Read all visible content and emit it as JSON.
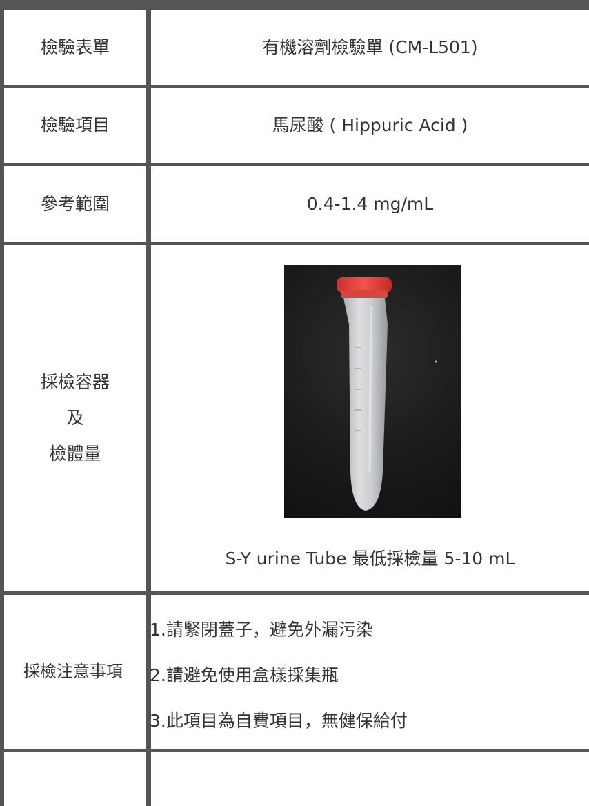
{
  "table": {
    "rows": [
      {
        "label": "檢驗表單",
        "value": "有機溶劑檢驗單 (CM-L501)"
      },
      {
        "label": "檢驗項目",
        "value": "馬尿酸 ( Hippuric Acid )"
      },
      {
        "label": "參考範圍",
        "value": "0.4-1.4 mg/mL"
      }
    ],
    "container": {
      "label_line1": "採檢容器",
      "label_line2": "及",
      "label_line3": "檢體量",
      "caption": "S-Y urine Tube 最低採檢量 5-10 mL"
    },
    "notes": {
      "label": "採檢注意事項",
      "items": [
        "1.請緊閉蓋子，避免外漏污染",
        "2.請避免使用盒樣採集瓶",
        "3.此項目為自費項目，無健保給付"
      ]
    }
  },
  "colors": {
    "border": "#555555",
    "text": "#333333",
    "tube_cap": "#e8433a"
  }
}
